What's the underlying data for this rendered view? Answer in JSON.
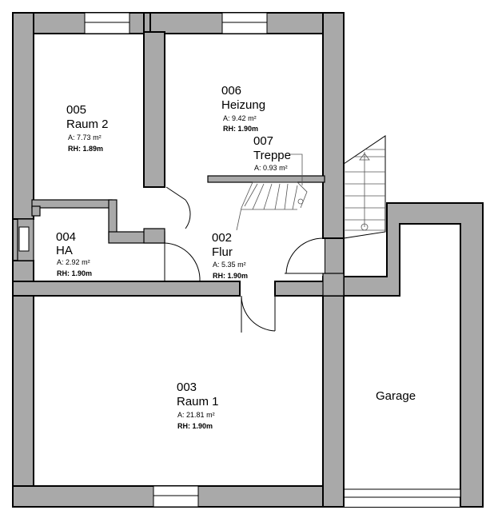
{
  "rooms": [
    {
      "id": "005",
      "name": "Raum 2",
      "area_prefix": "A:",
      "area_value": "7.73",
      "area_unit": "m²",
      "rh_prefix": "RH:",
      "rh_value": "1.89m"
    },
    {
      "id": "006",
      "name": "Heizung",
      "area_prefix": "A:",
      "area_value": "9.42",
      "area_unit": "m²",
      "rh_prefix": "RH:",
      "rh_value": "1.90m"
    },
    {
      "id": "007",
      "name": "Treppe",
      "area_prefix": "A:",
      "area_value": "0.93",
      "area_unit": "m²"
    },
    {
      "id": "004",
      "name": "HA",
      "area_prefix": "A:",
      "area_value": "2.92",
      "area_unit": "m²",
      "rh_prefix": "RH:",
      "rh_value": "1.90m"
    },
    {
      "id": "002",
      "name": "Flur",
      "area_prefix": "A:",
      "area_value": "5.35",
      "area_unit": "m²",
      "rh_prefix": "RH:",
      "rh_value": "1.90m"
    },
    {
      "id": "003",
      "name": "Raum 1",
      "area_prefix": "A:",
      "area_value": "21.81",
      "area_unit": "m²",
      "rh_prefix": "RH:",
      "rh_value": "1.90m"
    }
  ],
  "garage": {
    "name": "Garage"
  },
  "colors": {
    "wall": "#a9a9a9",
    "line": "#000000",
    "background": "#ffffff"
  }
}
